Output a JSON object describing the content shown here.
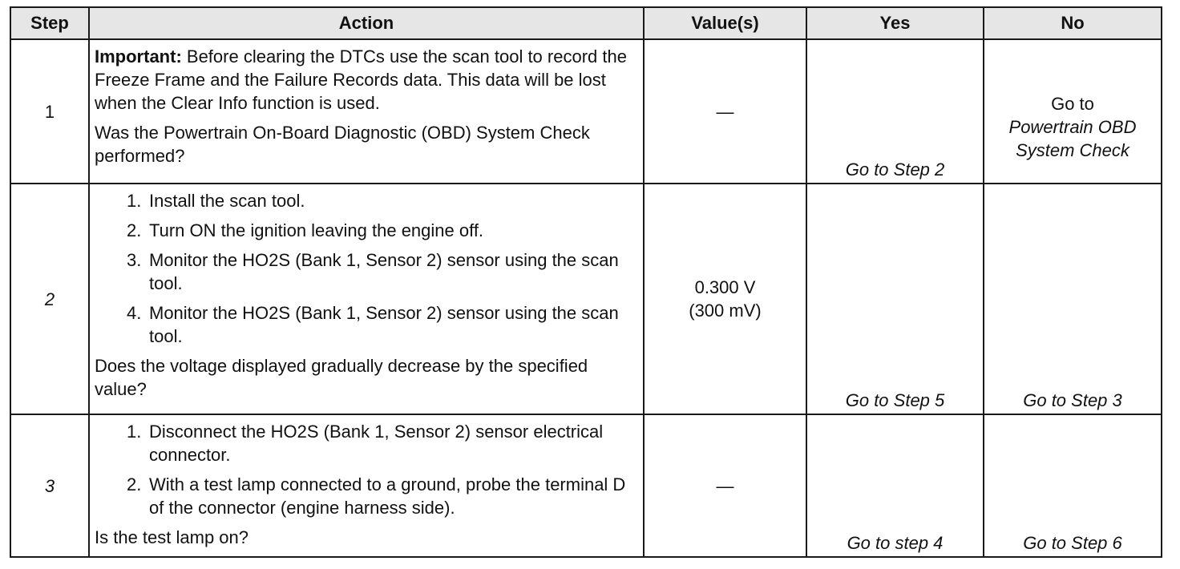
{
  "headers": {
    "step": "Step",
    "action": "Action",
    "values": "Value(s)",
    "yes": "Yes",
    "no": "No"
  },
  "rows": [
    {
      "step": "1",
      "important_label": "Important:",
      "important_text": "Before clearing the DTCs use the scan tool to record the Freeze Frame and the Failure Records data. This data will be lost when the Clear Info function is used.",
      "question": "Was the Powertrain On-Board Diagnostic (OBD) System Check performed?",
      "value": "—",
      "yes": "Go to Step 2",
      "no_plain": "Go to",
      "no_ital": "Powertrain OBD System Check"
    },
    {
      "step": "2",
      "steps": [
        {
          "num": "1.",
          "text": "Install the scan tool."
        },
        {
          "num": "2.",
          "text": "Turn ON the ignition leaving the engine off."
        },
        {
          "num": "3.",
          "text": "Monitor the HO2S (Bank 1, Sensor 2) sensor using the scan tool."
        },
        {
          "num": "4.",
          "text": "Monitor the HO2S (Bank 1, Sensor 2) sensor using the scan tool."
        }
      ],
      "question": "Does the voltage displayed gradually decrease by the specified value?",
      "value_line1": "0.300 V",
      "value_line2": "(300 mV)",
      "yes": "Go to Step 5",
      "no": "Go to Step 3"
    },
    {
      "step": "3",
      "steps": [
        {
          "num": "1.",
          "text": "Disconnect the HO2S (Bank 1, Sensor 2) sensor electrical connector."
        },
        {
          "num": "2.",
          "text": "With a test lamp connected to a ground, probe the terminal D of the connector (engine harness side)."
        }
      ],
      "question": "Is the test lamp on?",
      "value": "—",
      "yes": "Go to step 4",
      "no": "Go to Step 6"
    }
  ]
}
